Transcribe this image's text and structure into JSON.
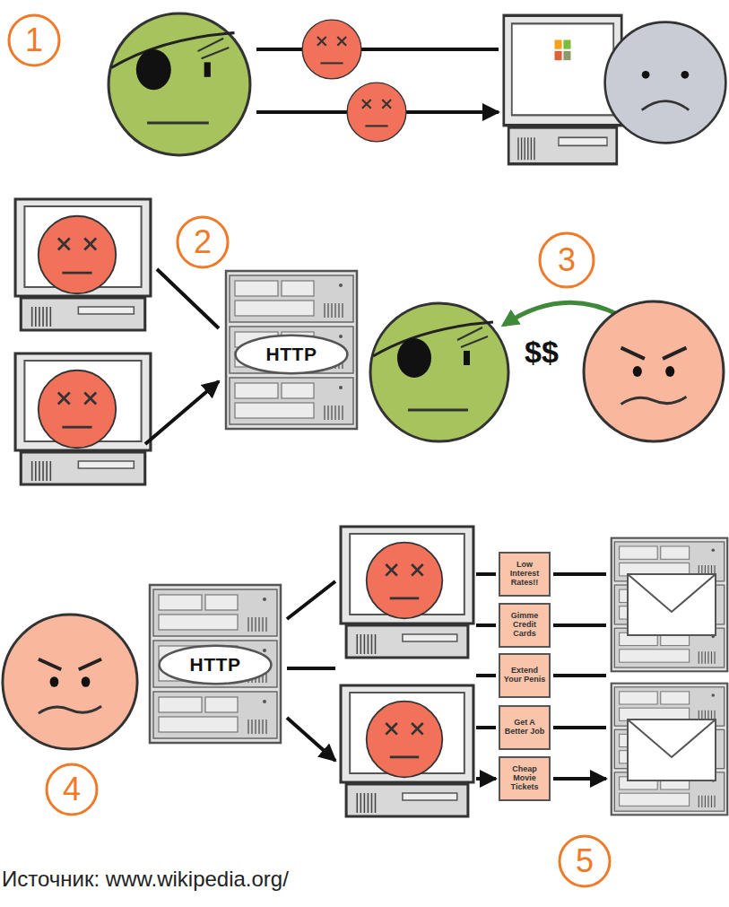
{
  "diagram": {
    "caption": "Источник: www.wikipedia.org/",
    "nodes": [
      {
        "text": [
          "HTTP"
        ]
      },
      {
        "text": [
          "HTTP"
        ]
      },
      {
        "text": [
          "Low Interest Rates!!"
        ]
      },
      {
        "text": [
          "Gimme Credit Cards"
        ]
      },
      {
        "text": [
          "Extend Your Penis"
        ]
      },
      {
        "text": [
          "Get A Better Job"
        ]
      },
      {
        "text": [
          "Cheap Movie Tickets"
        ]
      }
    ],
    "labels": [
      "1",
      "2",
      "3",
      "$$",
      "4",
      "5"
    ]
  }
}
